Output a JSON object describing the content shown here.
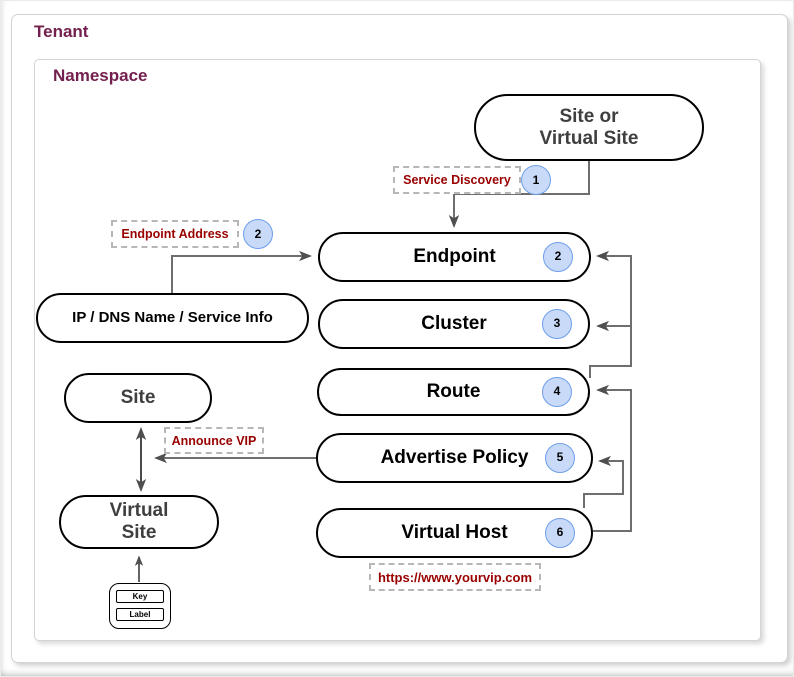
{
  "diagram": {
    "tenant_label": "Tenant",
    "namespace_label": "Namespace"
  },
  "nodes": {
    "site_or_virtual_site": {
      "line1": "Site or",
      "line2": "Virtual Site"
    },
    "endpoint": {
      "label": "Endpoint",
      "step": "2"
    },
    "cluster": {
      "label": "Cluster",
      "step": "3"
    },
    "route": {
      "label": "Route",
      "step": "4"
    },
    "advertise_policy": {
      "label": "Advertise Policy",
      "step": "5"
    },
    "virtual_host": {
      "label": "Virtual Host",
      "step": "6"
    },
    "ip_dns_service_info": {
      "label": "IP / DNS Name / Service Info"
    },
    "site": {
      "label": "Site"
    },
    "virtual_site": {
      "line1": "Virtual",
      "line2": "Site"
    }
  },
  "annotations": {
    "service_discovery": {
      "label": "Service Discovery",
      "step": "1"
    },
    "endpoint_address": {
      "label": "Endpoint Address",
      "step": "2"
    },
    "announce_vip": {
      "label": "Announce VIP"
    },
    "vip_url": {
      "label": "https://www.yourvip.com"
    }
  },
  "legend": {
    "key": "Key",
    "label": "Label"
  },
  "colors": {
    "heading_text": "#74204e",
    "annotation_text": "#990000",
    "annotation_border": "#b7b7b7",
    "badge_fill": "#c9daf8",
    "badge_border": "#6d9eeb",
    "node_border": "#000000",
    "node_text_gray": "#3f3f3f",
    "connector": "#6e6e6e",
    "arrowhead": "#4f4f4f"
  }
}
